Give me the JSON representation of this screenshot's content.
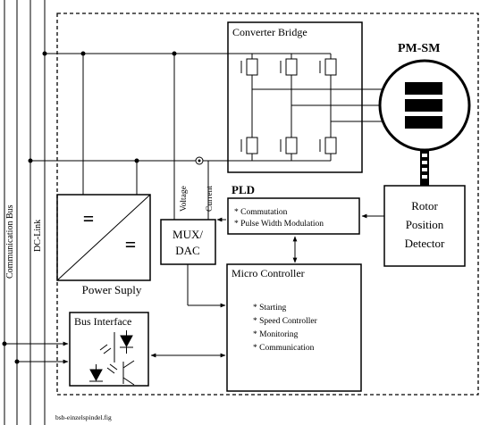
{
  "labels": {
    "converter_bridge": "Converter Bridge",
    "motor": "PM-SM",
    "pld": "PLD",
    "pld_items": [
      "* Commutation",
      "* Pulse Width Modulation"
    ],
    "rotor_detector": [
      "Rotor",
      "Position",
      "Detector"
    ],
    "mux_dac": [
      "MUX/",
      "DAC"
    ],
    "voltage": "Voltage",
    "current": "Current",
    "power_supply": "Power Suply",
    "micro_controller": "Micro Controller",
    "mc_items": [
      "* Starting",
      "* Speed Controller",
      "* Monitoring",
      "* Communication"
    ],
    "bus_interface": "Bus Interface",
    "communication_bus": "Communication Bus",
    "dc_link": "DC-Link",
    "filename": "bsb-einzelspindel.fig",
    "ps_symbols": [
      "=",
      "="
    ]
  }
}
